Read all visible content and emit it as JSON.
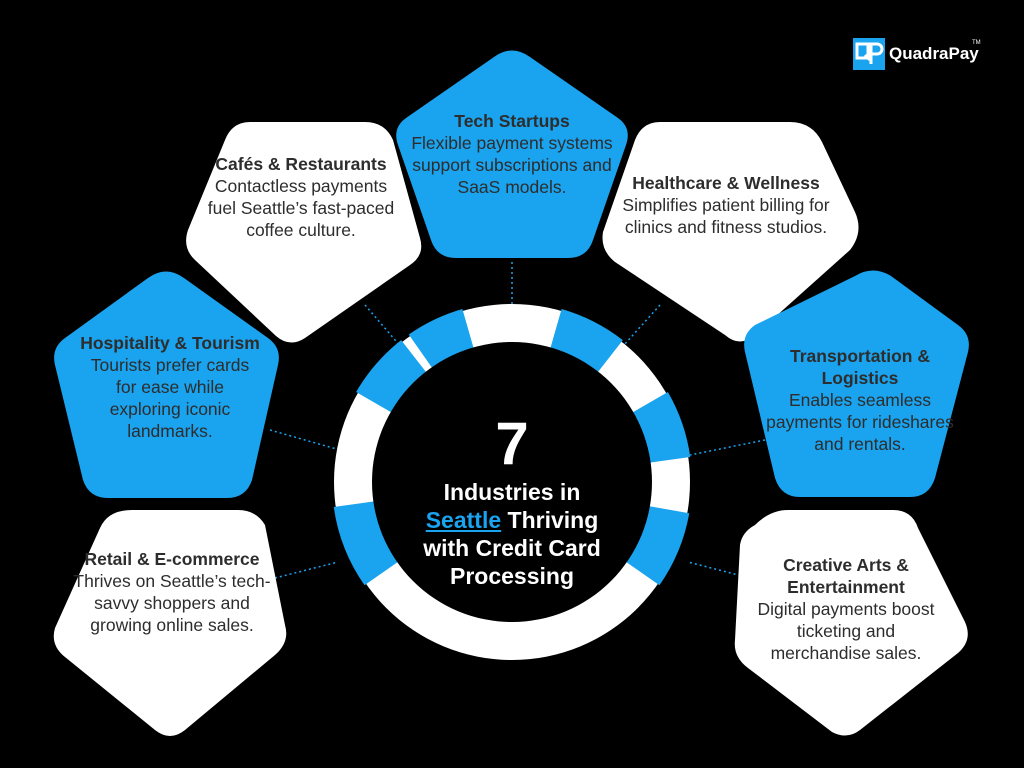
{
  "logo": {
    "text": "QuadraPay",
    "tm": "TM"
  },
  "center": {
    "number": "7",
    "line1": "Industries in",
    "link": "Seattle",
    "line2_rest": " Thriving",
    "line3": "with Credit Card",
    "line4": "Processing"
  },
  "nodes": [
    {
      "title": "Tech Startups",
      "desc": "Flexible payment systems support subscriptions and SaaS models."
    },
    {
      "title": "Healthcare & Wellness",
      "desc": "Simplifies patient billing for clinics and fitness studios."
    },
    {
      "title": "Transportation & Logistics",
      "desc": "Enables seamless payments for rideshares and rentals."
    },
    {
      "title": "Creative Arts & Entertainment",
      "desc": "Digital payments boost ticketing and merchandise sales."
    },
    {
      "title": "Retail & E-commerce",
      "desc": "Thrives on Seattle’s tech-savvy shoppers and growing online sales."
    },
    {
      "title": "Hospitality & Tourism",
      "desc": "Tourists prefer cards for ease while exploring iconic landmarks."
    },
    {
      "title": "Cafés & Restaurants",
      "desc": "Contactless payments fuel Seattle’s fast-paced coffee culture."
    }
  ],
  "colors": {
    "blue": "#1aa3ee",
    "white": "#ffffff",
    "background": "#000000",
    "text": "#2d2d2d"
  }
}
